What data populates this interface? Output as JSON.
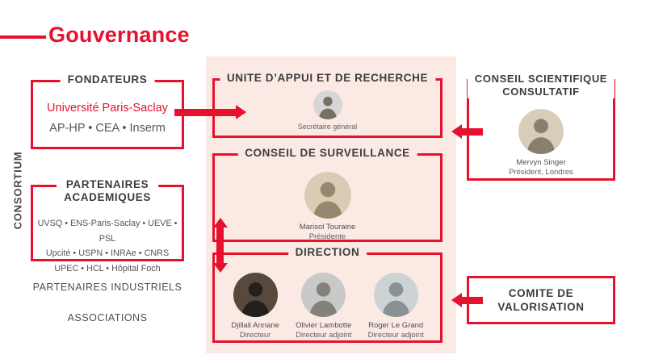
{
  "title": {
    "text": "Gouvernance"
  },
  "colors": {
    "accent_red": "#e8112d",
    "panel_pink": "#fbeae4",
    "heading_gray": "#3c3c3c"
  },
  "left_column": {
    "consortium_label": "CONSORTIUM",
    "fondateurs": {
      "title": "FONDATEURS",
      "highlight_member": "Université Paris-Saclay",
      "other_members": "AP-HP • CEA • Inserm"
    },
    "partenaires_academiques": {
      "title_line1": "PARTENAIRES",
      "title_line2": "ACADEMIQUES",
      "members_lines": [
        "UVSQ • ENS-Paris-Saclay • UEVE • PSL",
        "Upcité • USPN • INRAe • CNRS",
        "UPEC • HCL • Hôpital Foch"
      ]
    },
    "partenaires_industriels_label": "PARTENAIRES INDUSTRIELS",
    "associations_label": "ASSOCIATIONS"
  },
  "central_panel": {
    "unite_appui": {
      "title": "UNITE D’APPUI ET DE RECHERCHE",
      "person": {
        "role": "Secrétaire général"
      }
    },
    "conseil_surveillance": {
      "title": "CONSEIL DE SURVEILLANCE",
      "person": {
        "name": "Marisol Touraine",
        "role": "Présidente"
      }
    },
    "direction": {
      "title": "DIRECTION",
      "members": [
        {
          "name": "Djillali Annane",
          "role": "Directeur"
        },
        {
          "name": "Olivier Lambotte",
          "role": "Directeur adjoint"
        },
        {
          "name": "Roger Le Grand",
          "role": "Directeur adjoint"
        }
      ]
    }
  },
  "right_column": {
    "conseil_scientifique": {
      "title_line1": "CONSEIL SCIENTIFIQUE",
      "title_line2": "CONSULTATIF",
      "person": {
        "name": "Mervyn Singer",
        "role": "Président, Londres"
      }
    },
    "comite_valorisation": {
      "title_line1": "COMITE DE",
      "title_line2": "VALORISATION"
    }
  }
}
